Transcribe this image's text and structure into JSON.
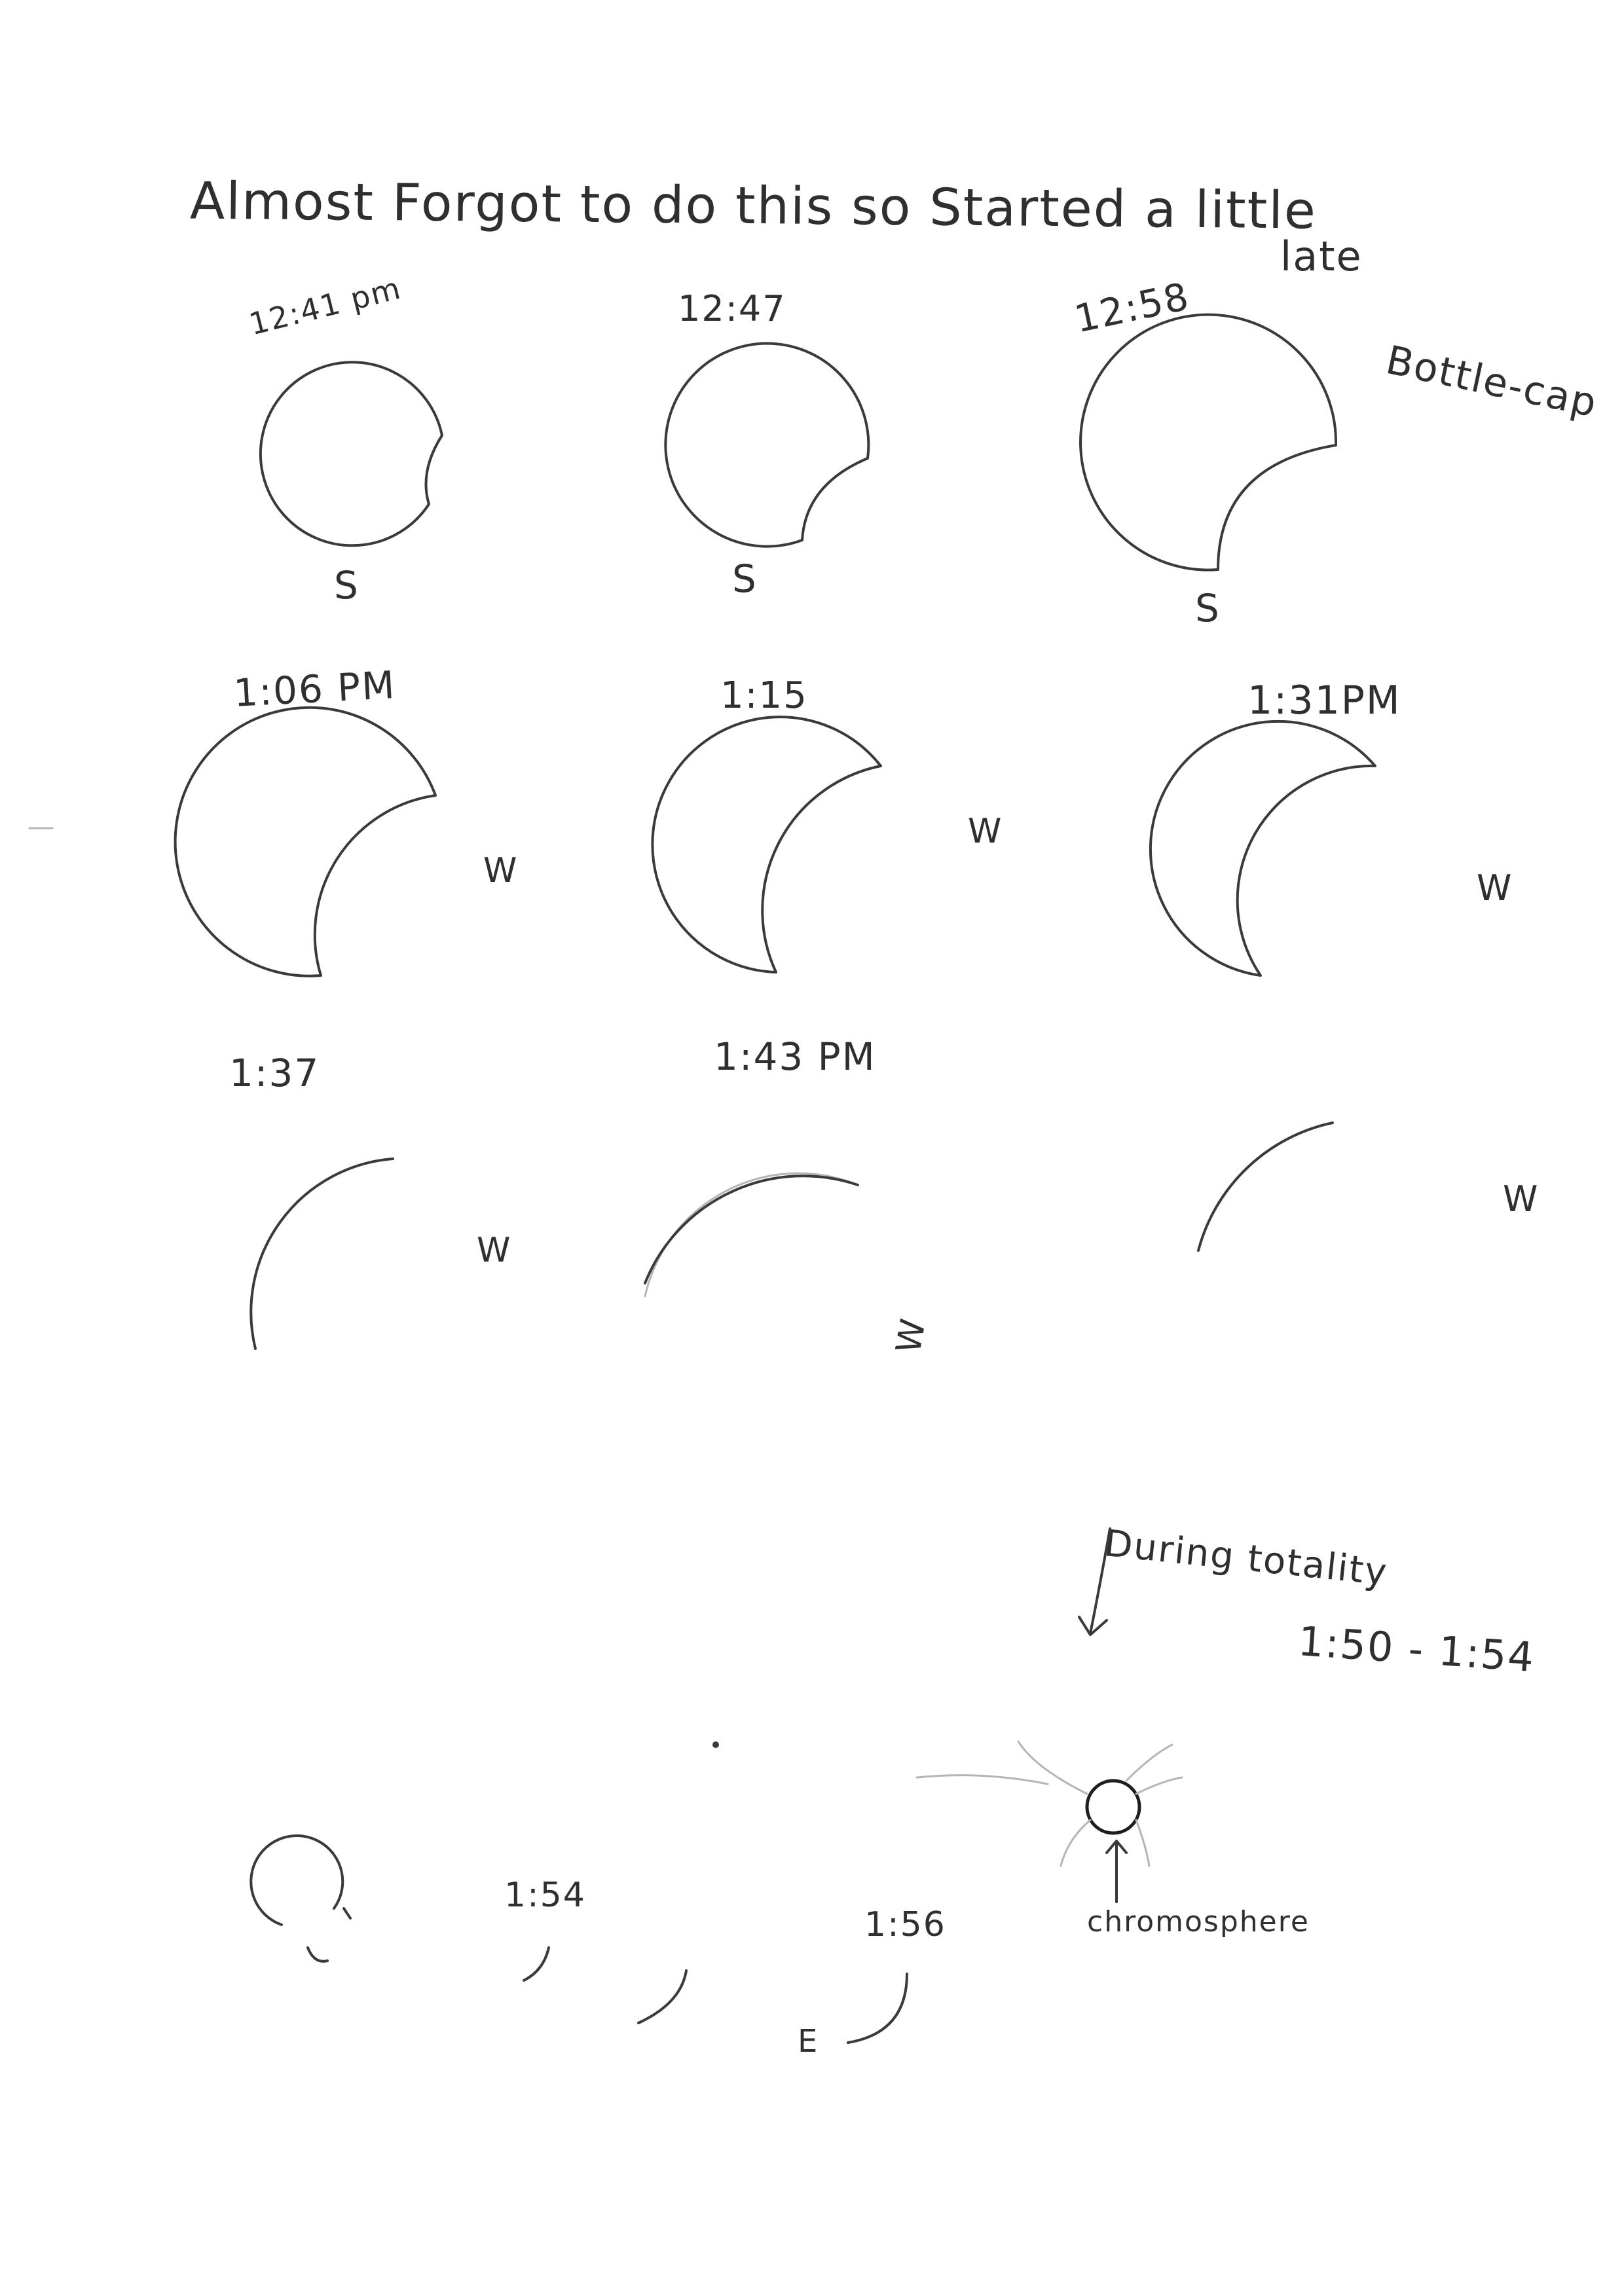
{
  "header": {
    "line1": "Almost Forgot to do this so Started a little",
    "line1_late": "late"
  },
  "note_bottle_cap": "Bottle-cap",
  "row1": [
    {
      "time": "12:41 pm",
      "dir": "S"
    },
    {
      "time": "12:47",
      "dir": "S"
    },
    {
      "time": "12:58",
      "dir": "S"
    }
  ],
  "row2": [
    {
      "time": "1:06 PM",
      "dir": "W"
    },
    {
      "time": "1:15",
      "dir": "W"
    },
    {
      "time": "1:31PM",
      "dir": "W"
    }
  ],
  "row3": [
    {
      "time": "1:37",
      "dir": "W"
    },
    {
      "time": "1:43 PM",
      "dir": "W"
    },
    {
      "time": "",
      "dir": "W"
    }
  ],
  "totality": {
    "label": "During totality",
    "range": "1:50 - 1:54",
    "chromosphere": "chromosphere"
  },
  "bottom": {
    "time_a": "1:54",
    "time_b": "1:56",
    "dir_e": "E"
  },
  "colors": {
    "paper": "#ffffff",
    "pencil": "#3a3a3a"
  }
}
